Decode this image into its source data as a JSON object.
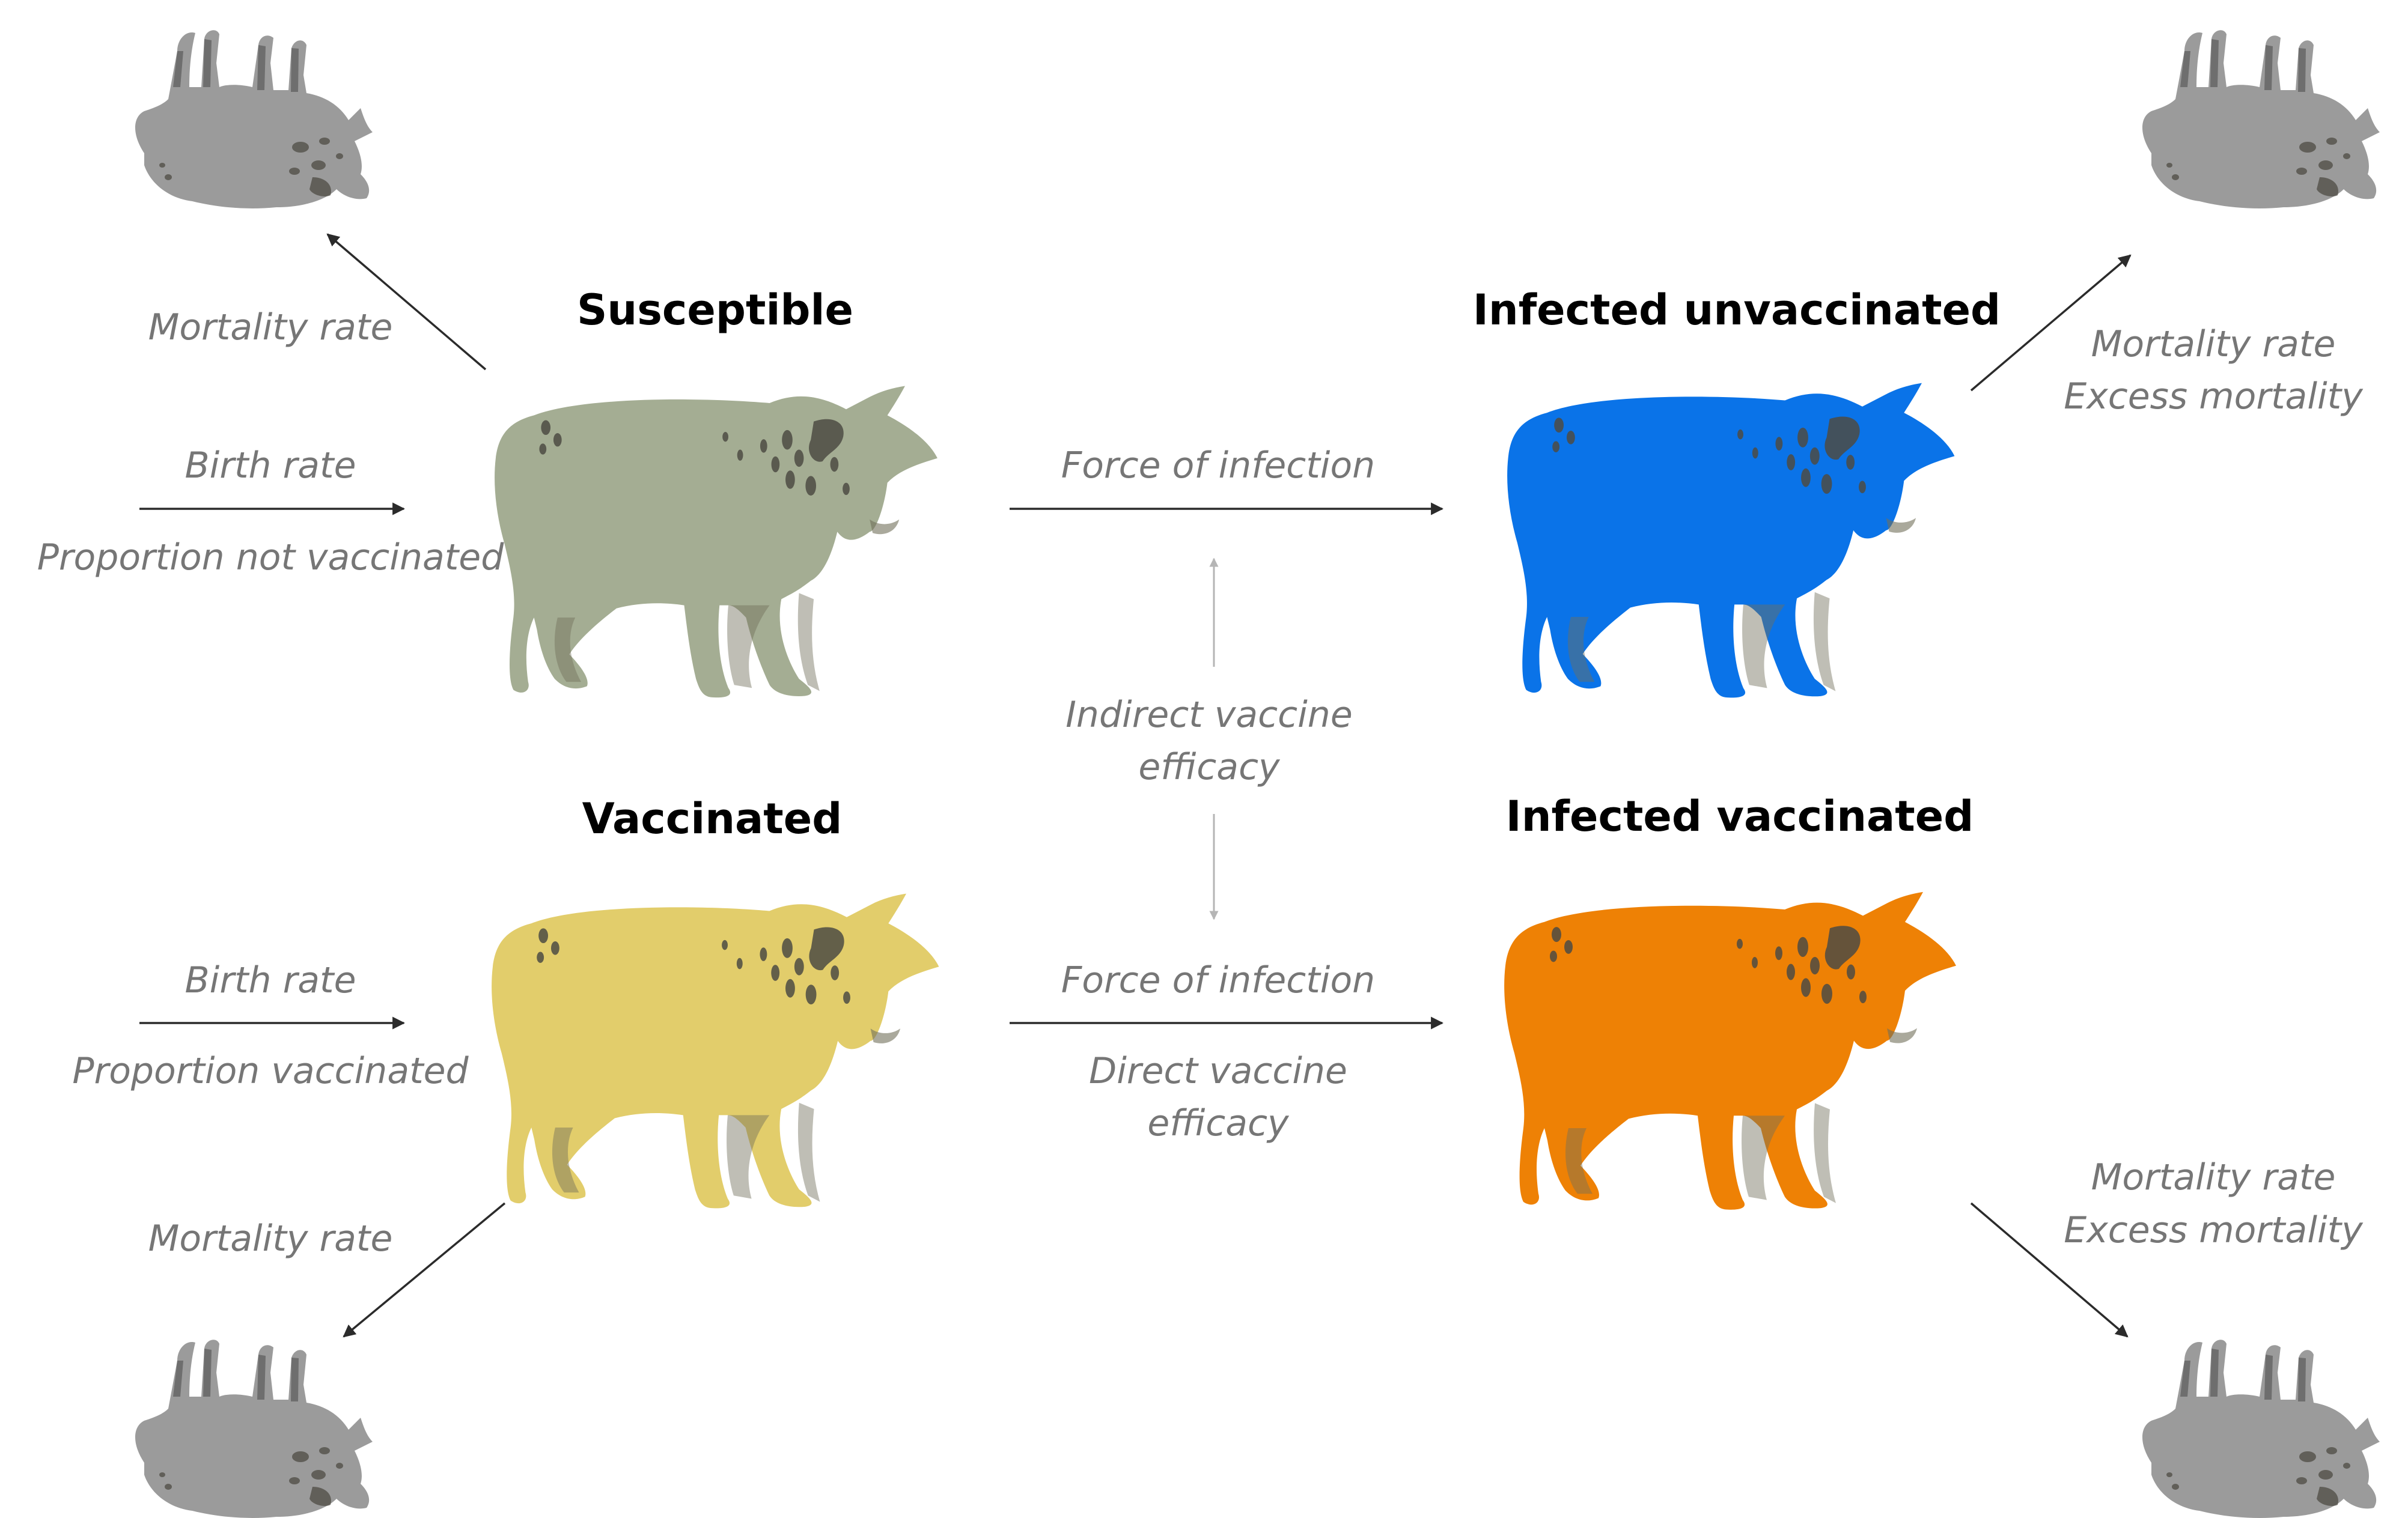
{
  "compartments": {
    "susceptible": {
      "title": "Susceptible",
      "color": "#a4ad93"
    },
    "vaccinated": {
      "title": "Vaccinated",
      "color": "#e2cd6b"
    },
    "infected_unvaccinated": {
      "title": "Infected unvaccinated",
      "color": "#0a73e8"
    },
    "infected_vaccinated": {
      "title": "Infected vaccinated",
      "color": "#ee8105"
    }
  },
  "dead_cow_color": "#9b9b9b",
  "spot_color": "#4e4c44",
  "leg_color": "#716f5a",
  "labels": {
    "mortality_top_left": "Mortality rate",
    "birth_top": "Birth rate",
    "prop_not_vacc": "Proportion not vaccinated",
    "force_top": "Force of infection",
    "mortality_top_right_1": "Mortality rate",
    "mortality_top_right_2": "Excess mortality",
    "indirect_1": "Indirect vaccine",
    "indirect_2": "efficacy",
    "birth_bottom": "Birth rate",
    "prop_vacc": "Proportion vaccinated",
    "force_bottom": "Force of infection",
    "direct_1": "Direct vaccine",
    "direct_2": "efficacy",
    "mortality_bottom_left": "Mortality rate",
    "mortality_bottom_right_1": "Mortality rate",
    "mortality_bottom_right_2": "Excess mortality"
  }
}
